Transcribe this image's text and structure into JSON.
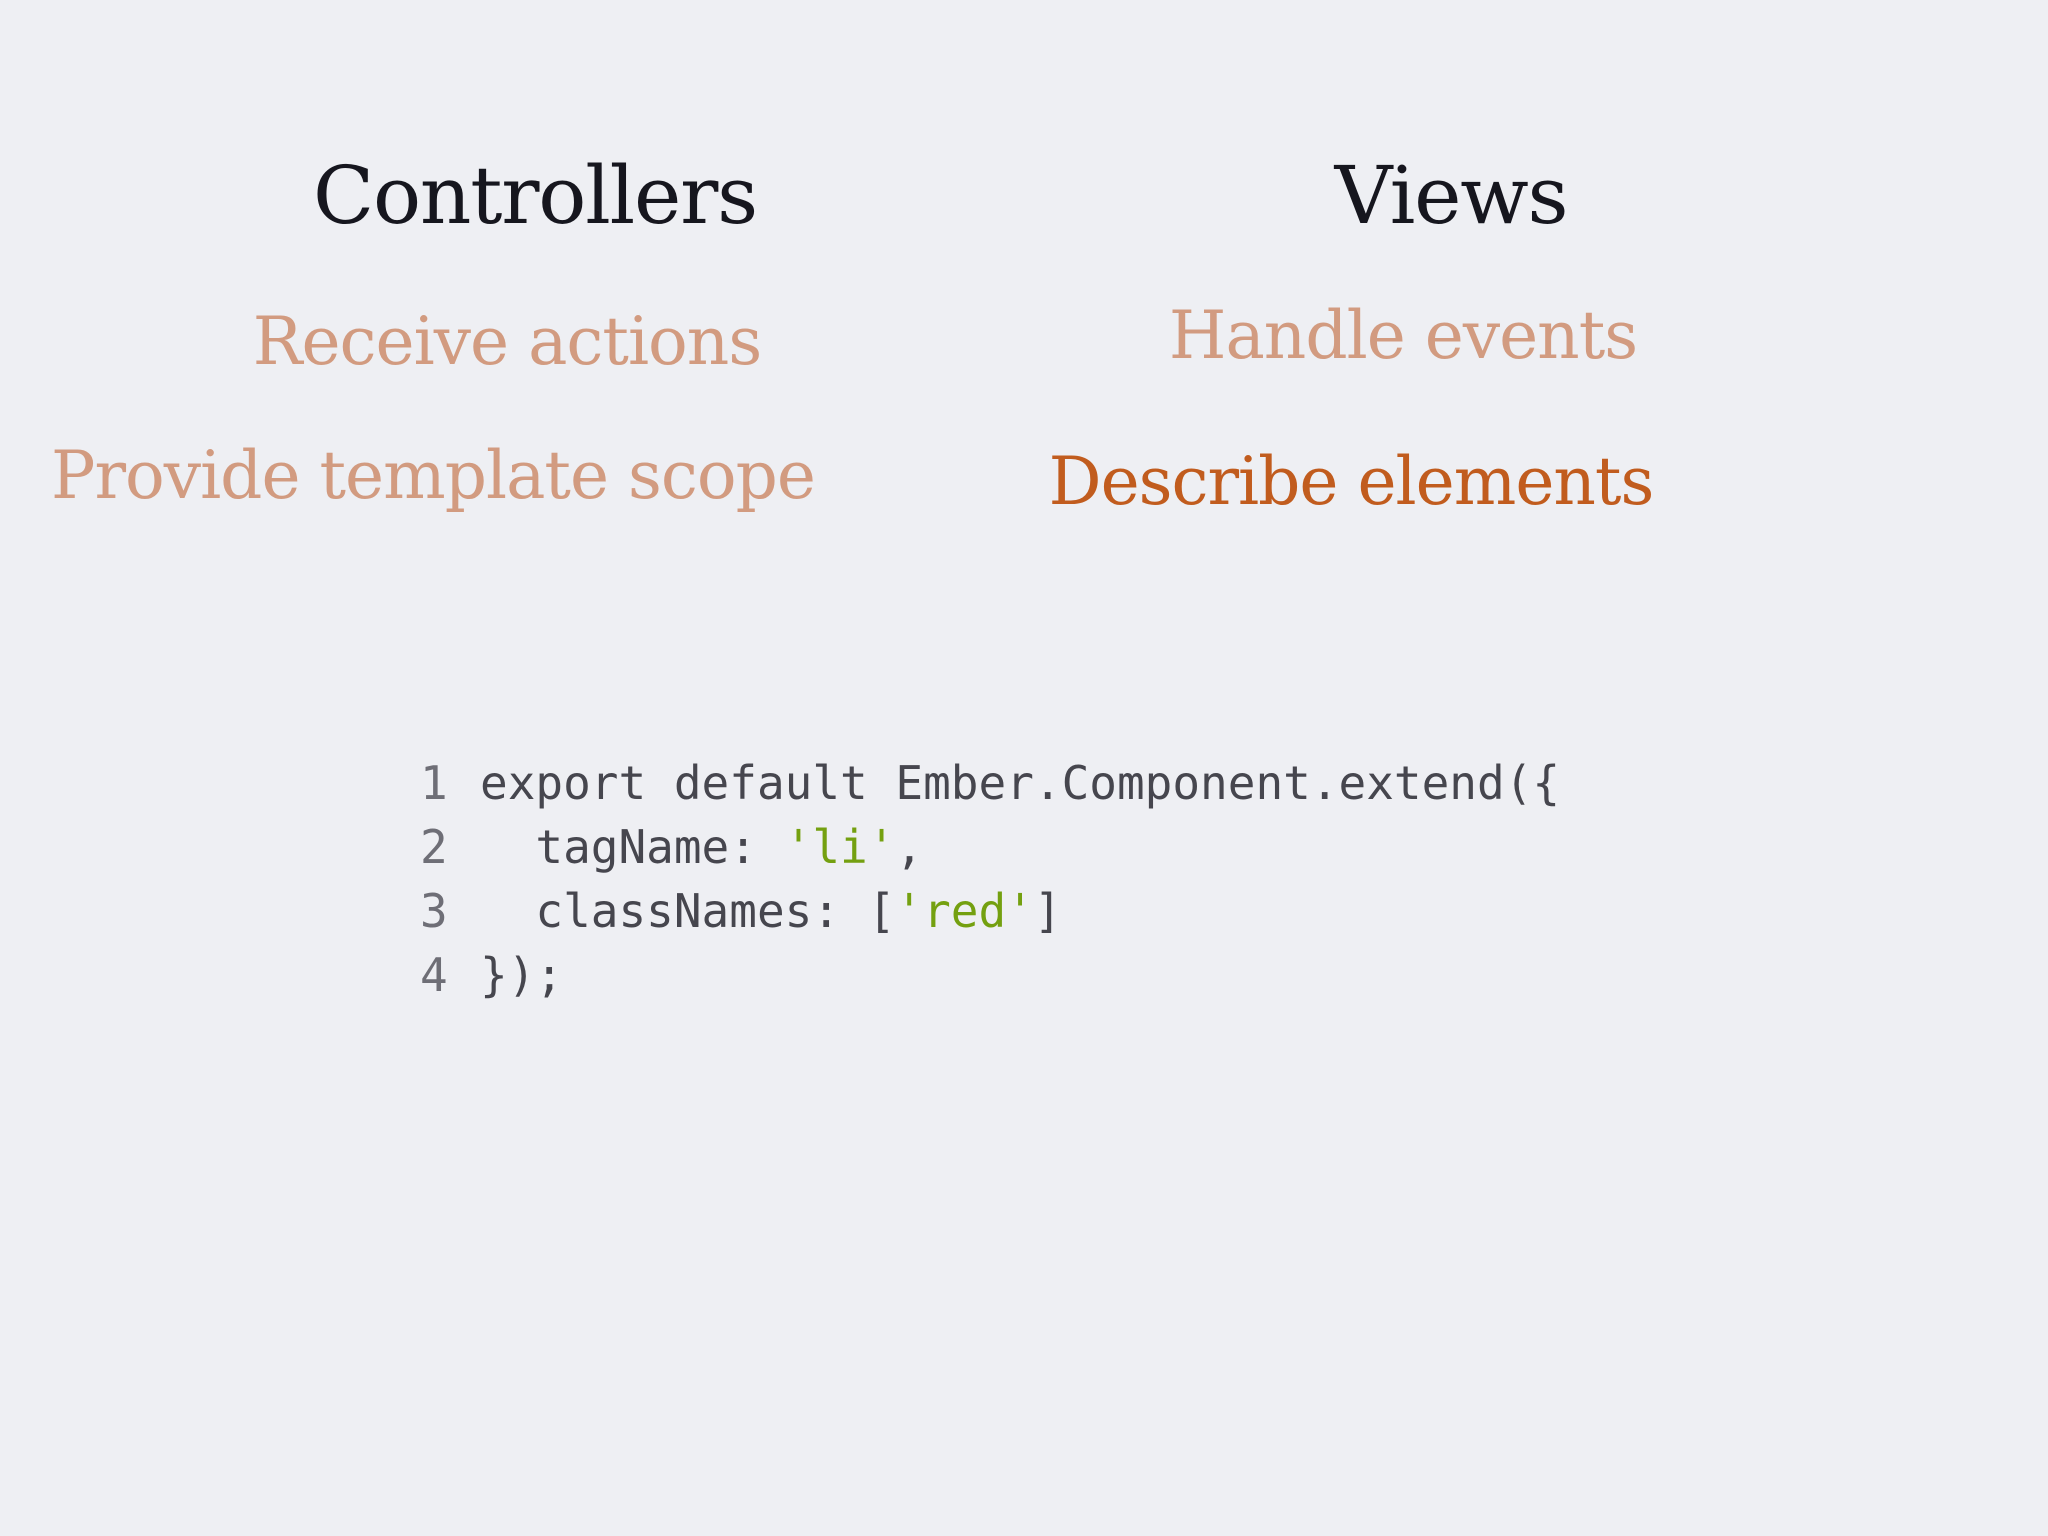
{
  "columns": [
    {
      "heading": "Controllers",
      "items": [
        {
          "label": "Receive actions",
          "emphasized": false
        },
        {
          "label": "Provide template scope",
          "emphasized": false
        }
      ]
    },
    {
      "heading": "Views",
      "items": [
        {
          "label": "Handle events",
          "emphasized": false
        },
        {
          "label": "Describe elements",
          "emphasized": true
        }
      ]
    }
  ],
  "code": {
    "lines": [
      {
        "num": "1",
        "tokens": [
          {
            "type": "plain",
            "text": "export default Ember.Component.extend({"
          }
        ]
      },
      {
        "num": "2",
        "tokens": [
          {
            "type": "plain",
            "text": "  tagName: "
          },
          {
            "type": "string",
            "text": "'li'"
          },
          {
            "type": "plain",
            "text": ","
          }
        ]
      },
      {
        "num": "3",
        "tokens": [
          {
            "type": "plain",
            "text": "  classNames: ["
          },
          {
            "type": "string",
            "text": "'red'"
          },
          {
            "type": "plain",
            "text": "]"
          }
        ]
      },
      {
        "num": "4",
        "tokens": [
          {
            "type": "plain",
            "text": "});"
          }
        ]
      }
    ]
  },
  "colors": {
    "background": "#eeeff3",
    "heading": "#16161e",
    "item_muted": "#d29b80",
    "item_emphasis": "#c15c1e",
    "code_plain": "#46464e",
    "code_line_number": "#6e6e76",
    "code_string": "#74a010"
  }
}
